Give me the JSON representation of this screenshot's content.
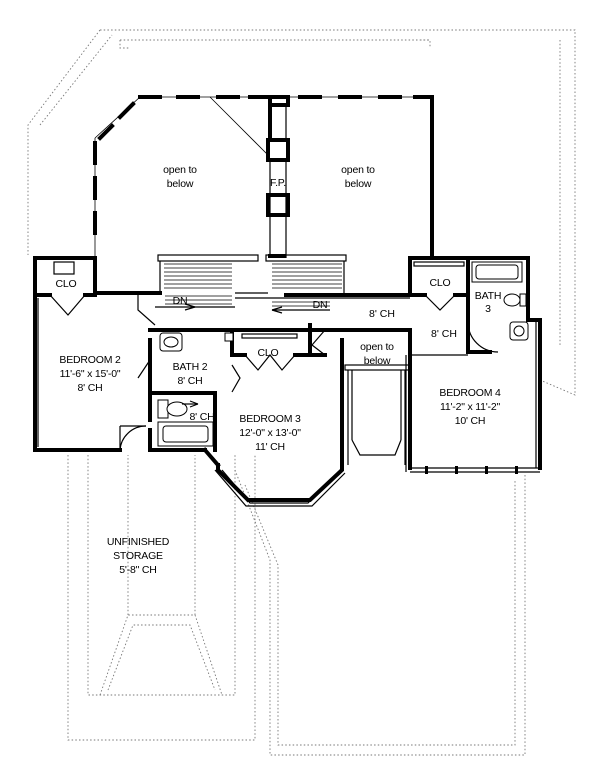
{
  "rooms": {
    "open_below_left": {
      "line1": "open to",
      "line2": "below"
    },
    "open_below_right": {
      "line1": "open to",
      "line2": "below"
    },
    "open_below_small": {
      "line1": "open to",
      "line2": "below"
    },
    "fireplace": "F.P.",
    "clo_left": "CLO",
    "clo_center": "CLO",
    "clo_right": "CLO",
    "bedroom2": {
      "name": "BEDROOM 2",
      "size": "11'-6\" x 15'-0\"",
      "ceiling": "8' CH"
    },
    "bath2": {
      "name": "BATH 2",
      "ceiling": "8' CH",
      "ceiling2": "8' CH"
    },
    "bedroom3": {
      "name": "BEDROOM 3",
      "size": "12'-0\" x 13'-0\"",
      "ceiling": "11' CH"
    },
    "bedroom4": {
      "name": "BEDROOM 4",
      "size": "11'-2\" x 11'-2\"",
      "ceiling": "10' CH"
    },
    "bath3": {
      "name": "BATH",
      "number": "3"
    },
    "hall": {
      "ceiling_top": "8' CH",
      "ceiling_side": "8' CH"
    },
    "stairs": {
      "dn_left": "DN",
      "dn_right": "DN"
    },
    "storage": {
      "line1": "UNFINISHED",
      "line2": "STORAGE",
      "line3": "5'-8\" CH"
    }
  }
}
